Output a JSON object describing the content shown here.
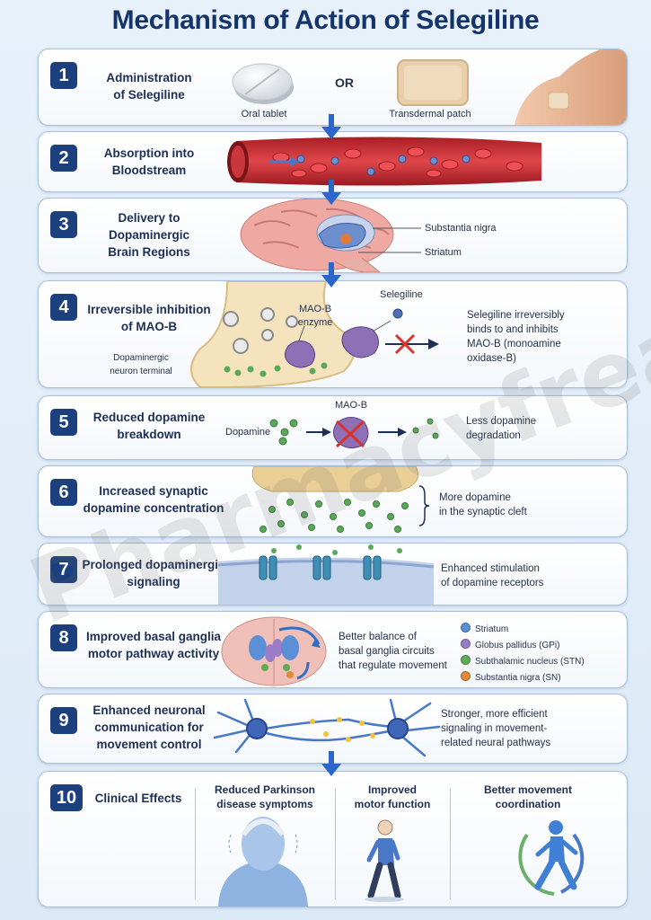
{
  "title": "Mechanism of Action of Selegiline",
  "watermark": "Pharmacyfreak",
  "steps": [
    {
      "num": "1",
      "title": [
        "Administration",
        "of Selegiline"
      ],
      "labels": {
        "tablet": "Oral tablet",
        "or": "OR",
        "patch": "Transdermal patch"
      }
    },
    {
      "num": "2",
      "title": [
        "Absorption into",
        "Bloodstream"
      ]
    },
    {
      "num": "3",
      "title": [
        "Delivery to",
        "Dopaminergic",
        "Brain Regions"
      ],
      "labels": {
        "sn": "Substantia nigra",
        "str": "Striatum"
      }
    },
    {
      "num": "4",
      "title": [
        "Irreversible inhibition",
        "of MAO-B"
      ],
      "labels": {
        "mao": [
          "MAO-B",
          "enzyme"
        ],
        "selegiline": "Selegiline",
        "terminal": [
          "Dopaminergic",
          "neuron terminal"
        ]
      },
      "text": [
        "Selegiline irreversibly",
        "binds to and inhibits",
        "MAO-B (monoamine",
        "oxidase-B)"
      ]
    },
    {
      "num": "5",
      "title": [
        "Reduced dopamine",
        "breakdown"
      ],
      "labels": {
        "dopamine": "Dopamine",
        "mao": "MAO-B"
      },
      "text": [
        "Less dopamine",
        "degradation"
      ]
    },
    {
      "num": "6",
      "title": [
        "Increased synaptic",
        "dopamine concentration"
      ],
      "text": [
        "More dopamine",
        "in the synaptic cleft"
      ]
    },
    {
      "num": "7",
      "title": [
        "Prolonged dopaminergic",
        "signaling"
      ],
      "text": [
        "Enhanced stimulation",
        "of dopamine receptors"
      ]
    },
    {
      "num": "8",
      "title": [
        "Improved basal ganglia",
        "motor pathway activity"
      ],
      "text": [
        "Better balance of",
        "basal ganglia circuits",
        "that regulate movement"
      ],
      "legend": [
        {
          "label": "Striatum",
          "color": "#5b8fd6"
        },
        {
          "label": "Globus pallidus (GPi)",
          "color": "#9a7cc8"
        },
        {
          "label": "Subthalamic nucleus (STN)",
          "color": "#5eab5a"
        },
        {
          "label": "Substantia nigra (SN)",
          "color": "#e08a3a"
        }
      ]
    },
    {
      "num": "9",
      "title": [
        "Enhanced neuronal",
        "communication for",
        "movement control"
      ],
      "text": [
        "Stronger, more efficient",
        "signaling in movement-",
        "related neural pathways"
      ]
    },
    {
      "num": "10",
      "title": [
        "Clinical Effects"
      ],
      "effects": [
        {
          "label": [
            "Reduced Parkinson",
            "disease symptoms"
          ]
        },
        {
          "label": [
            "Improved",
            "motor function"
          ]
        },
        {
          "label": [
            "Better movement",
            "coordination"
          ]
        }
      ]
    }
  ]
}
